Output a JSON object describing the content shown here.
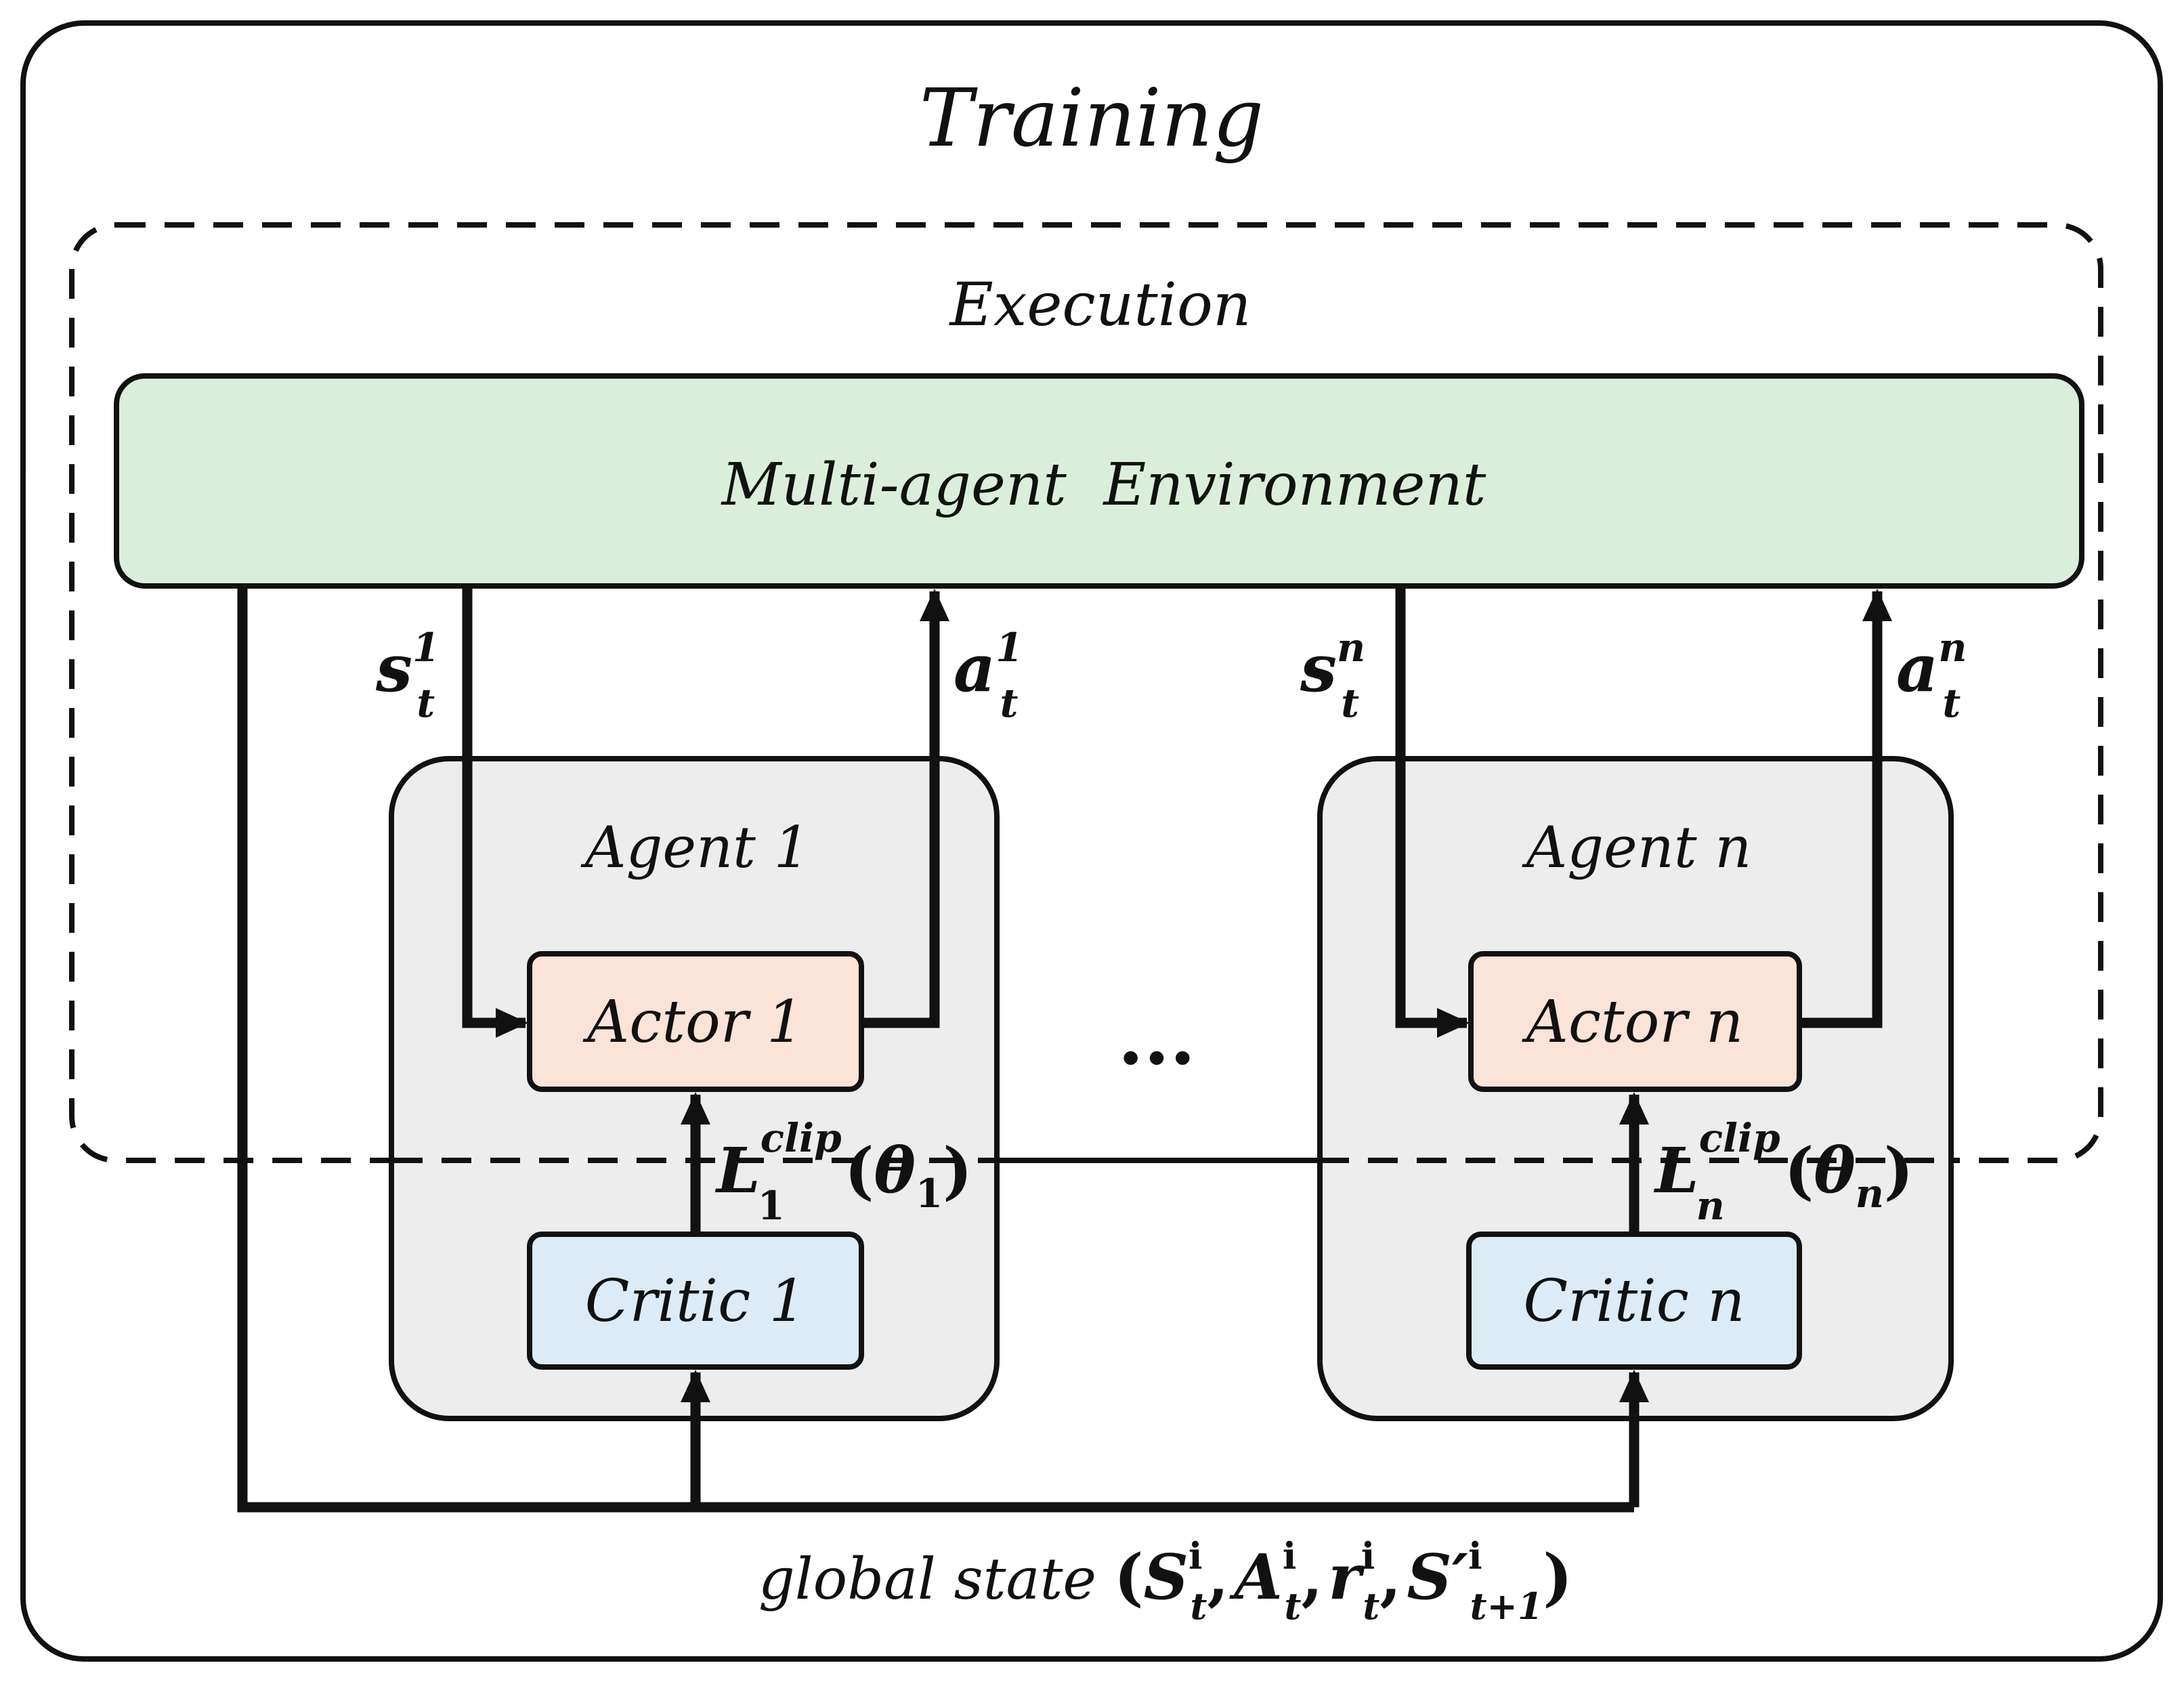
{
  "title": "Training",
  "execution_label": "Execution",
  "environment_label": "Multi-agent  Environment",
  "ellipsis": "···",
  "agents": [
    {
      "agent_label": "Agent 1",
      "actor_label": "Actor 1",
      "critic_label": "Critic 1",
      "state_base": "s",
      "state_sub": "t",
      "state_sup": "1",
      "action_base": "a",
      "action_sub": "t",
      "action_sup": "1",
      "loss_base": "L",
      "loss_sub": "1",
      "loss_sup": "clip",
      "loss_arg_open": "(",
      "loss_arg_theta": "θ",
      "loss_arg_sub": "1",
      "loss_arg_close": ")"
    },
    {
      "agent_label": "Agent n",
      "actor_label": "Actor n",
      "critic_label": "Critic n",
      "state_base": "s",
      "state_sub": "t",
      "state_sup": "n",
      "action_base": "a",
      "action_sub": "t",
      "action_sup": "n",
      "loss_base": "L",
      "loss_sub": "n",
      "loss_sup": "clip",
      "loss_arg_open": "(",
      "loss_arg_theta": "θ",
      "loss_arg_sub": "n",
      "loss_arg_close": ")"
    }
  ],
  "global_state": {
    "label": "global state",
    "open": "(",
    "S": "S",
    "S_sub": "t",
    "S_sup": "i",
    "A": "A",
    "A_sub": "t",
    "A_sup": "i",
    "r": "r",
    "r_sub": "t",
    "r_sup": "i",
    "Sp": "S′",
    "Sp_sub": "t+1",
    "Sp_sup": "i",
    "comma": ",",
    "close": ")"
  },
  "colors": {
    "environment_fill": "#dbeedb",
    "agent_fill": "#ededed",
    "actor_fill": "#fbe3d7",
    "critic_fill": "#dcebf6",
    "line": "#111111"
  }
}
